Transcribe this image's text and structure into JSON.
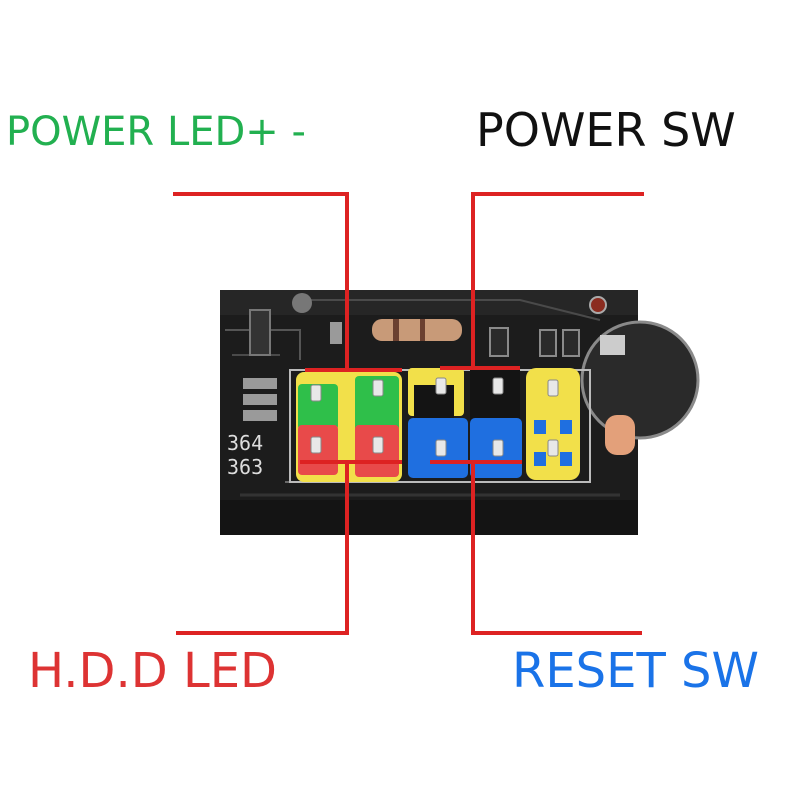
{
  "labels": {
    "power_led": "POWER LED+  -",
    "power_sw": "POWER SW",
    "hdd_led": "H.D.D LED",
    "reset_sw": "RESET SW"
  },
  "board_marks": {
    "code_top": "364",
    "code_bottom": "363"
  },
  "colors": {
    "power_led": "#22b050",
    "power_sw": "#111111",
    "hdd_led": "#dd3333",
    "reset_sw": "#1a73e8",
    "leader_lines": "#dd2222",
    "pin_yellow": "#f2e04a",
    "pin_green": "#2fbf4a",
    "pin_red": "#e84a4a",
    "pin_blue": "#1f6fe0",
    "pcb": "#1c1c1c"
  }
}
